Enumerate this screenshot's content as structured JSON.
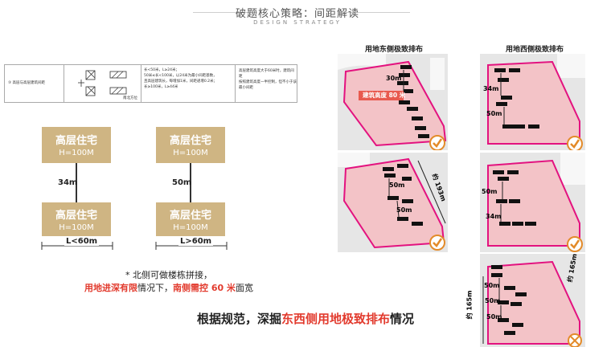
{
  "header": {
    "title": "破题核心策略：间距解读",
    "subtitle": "DESIGN STRATEGY"
  },
  "spec_table": {
    "row_label": "③  高层与高层建筑间距",
    "note": "南北方位",
    "rule_lines": [
      "长<50米，L≥24米；",
      "50米≤长<100米，以24米为最小间距基数，",
      "且高层建筑长，每增加1米，间距递增0.2米；",
      "长≥100米，L≥44米"
    ],
    "right_lines": [
      "高层建筑高度大于60米时，建筑间距",
      "按照建筑高度一半控制，但不小于该",
      "最小间距"
    ]
  },
  "left_diagram": {
    "box_top_line1": "高层住宅",
    "box_top_line2": "H=100M",
    "box_bottom_line1": "高层住宅",
    "box_bottom_line2": "H=100M",
    "gap_label": "34m",
    "length_label": "L<60m"
  },
  "right_diagram": {
    "box_top_line1": "高层住宅",
    "box_top_line2": "H=100M",
    "box_bottom_line1": "高层住宅",
    "box_bottom_line2": "H=100M",
    "gap_label": "50m",
    "length_label": "L>60m"
  },
  "notes": {
    "line1": "* 北侧可做楼栋拼接，",
    "line2_a": "用地进深有限",
    "line2_b": "情况下，",
    "line2_c": "南侧需控 60 米",
    "line2_d": "面宽"
  },
  "conclusion": {
    "a": "根据规范，深掘",
    "b": "东西侧用地极致排布",
    "c": "情况"
  },
  "panels": {
    "east_title": "用地东侧极致排布",
    "west_title": "用地西侧极致排布",
    "east1_label_30": "30m",
    "east1_height": "建筑高度 80 米",
    "east2_50a": "50m",
    "east2_50b": "50m",
    "east2_dim": "约 193m",
    "west1_34": "34m",
    "west1_50": "50m",
    "west2_50": "50m",
    "west2_34": "34m",
    "west3_50a": "50m",
    "west3_50b": "50m",
    "west3_50c": "50m",
    "west3_dim_left": "约 165m",
    "west3_dim_right": "约 165m"
  },
  "colors": {
    "accent": "#e23b2e",
    "box": "#cfb583",
    "site": "#f3c3c7",
    "boundary": "#e3127f"
  }
}
